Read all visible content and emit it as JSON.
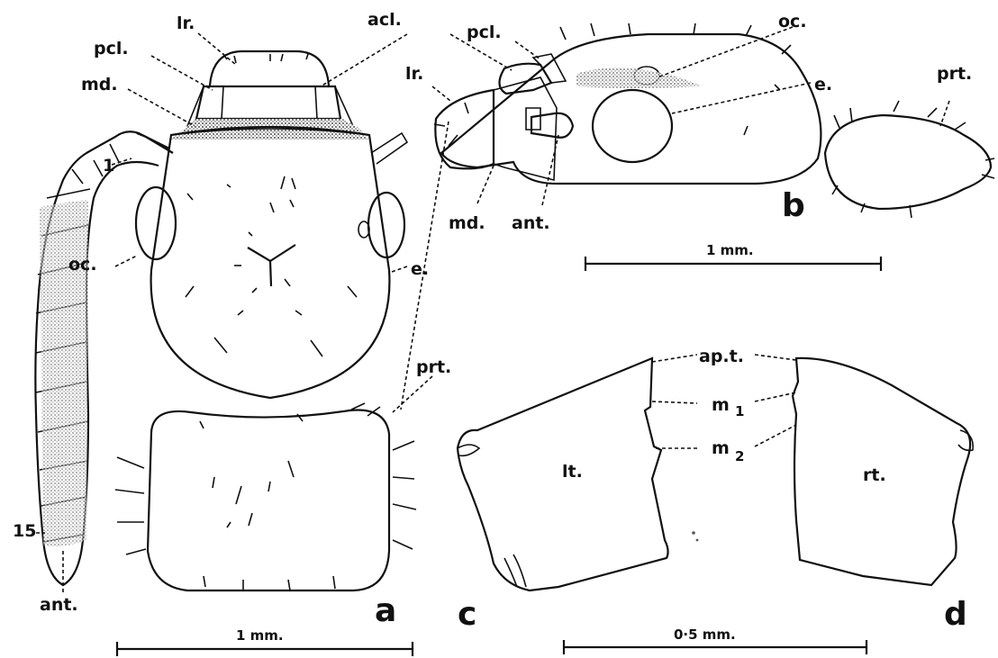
{
  "figure": {
    "panels": {
      "a": "a",
      "b": "b",
      "c": "c",
      "d": "d"
    },
    "labels": {
      "lr_a": "lr.",
      "pcl_a": "pcl.",
      "md_a": "md.",
      "num_1": "1",
      "oc_a": "oc.",
      "num_15": "15",
      "ant_a": "ant.",
      "acl_b": "acl.",
      "pcl_b": "pcl.",
      "lr_b": "lr.",
      "oc_b": "oc.",
      "e_b": "e.",
      "md_b": "md.",
      "ant_b": "ant.",
      "prt_b": "prt.",
      "e_a": "e.",
      "prt_a": "prt.",
      "apt": "ap.t.",
      "m1": "m",
      "m1_sub": "1",
      "m2": "m",
      "m2_sub": "2",
      "lt": "lt.",
      "rt": "rt."
    },
    "scale_bars": {
      "head_b": "1 mm.",
      "head_a": "1 mm.",
      "mandibles": "0·5 mm."
    }
  }
}
